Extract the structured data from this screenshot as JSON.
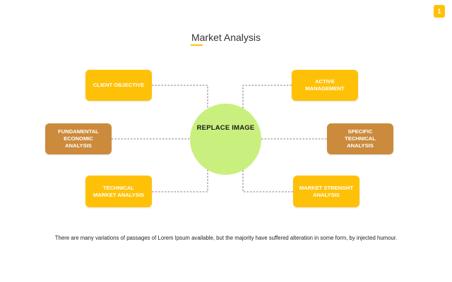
{
  "page_number": "1",
  "title": "Market Analysis",
  "center": {
    "label": "REPLACE IMAGE"
  },
  "boxes": {
    "client_objective": "CLIENT OBJECTIVE",
    "fundamental": "FUNDAMENTAL\nECONOMIC\nANALYSIS",
    "technical_market": "TECHNICAL\nMARKET ANALYSIS",
    "active_management": "ACTIVE\nMANAGEMENT",
    "specific_technical": "SPECIFIC\nTECHNICAL\nANALYSIS",
    "market_strength": "MARKET STRENGHT\nANALYSIS"
  },
  "footer": "There are many variations of passages of Lorem Ipsum available, but the majority have suffered alteration in some form, by injected humour.",
  "colors": {
    "yellow": "#FFC107",
    "brown": "#CC8A3C",
    "green": "#C9F07E",
    "accent": "#FFC107",
    "connector": "#555555"
  }
}
